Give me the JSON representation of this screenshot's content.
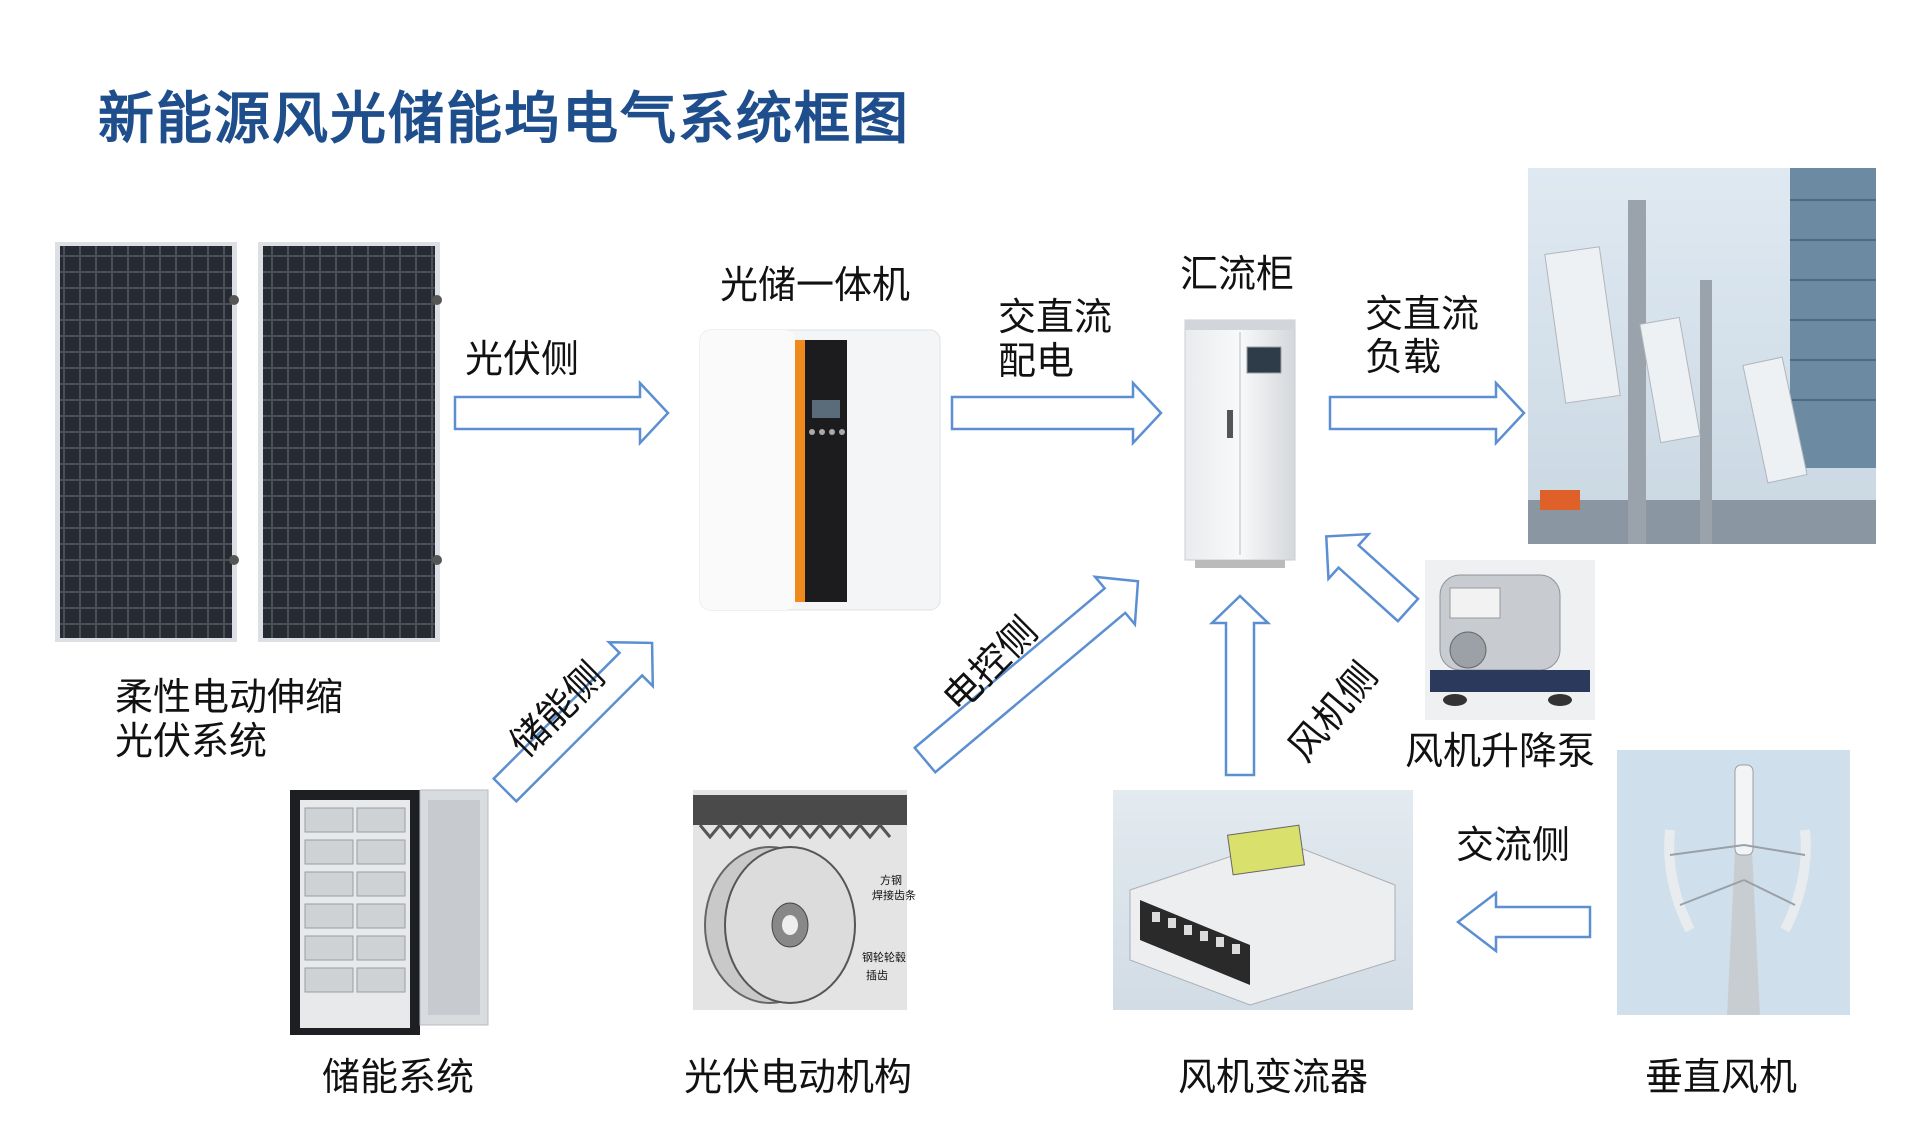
{
  "title": "新能源风光储能坞电气系统框图",
  "components": {
    "solar_panels": [
      "柔性电动伸缩",
      "光伏系统"
    ],
    "pv_storage_unit": "光储一体机",
    "combiner_cabinet": "汇流柜",
    "storage_system": "储能系统",
    "pv_mechanism": "光伏电动机构",
    "wind_converter": "风机变流器",
    "vertical_turbine": "垂直风机",
    "lift_pump": "风机升降泵"
  },
  "flows": {
    "pv_side": "光伏侧",
    "acdc_distribution": [
      "交直流",
      "配电"
    ],
    "acdc_load": [
      "交直流",
      "负载"
    ],
    "storage_side": "储能侧",
    "control_side": "电控侧",
    "wind_side": "风机侧",
    "ac_side": "交流侧"
  },
  "mechanism_annotations": [
    "方钢",
    "焊接齿条",
    "钢轮轮毂",
    "插齿"
  ],
  "colors": {
    "title": "#1f4e8c",
    "arrow_stroke": "#5b8fd1"
  }
}
